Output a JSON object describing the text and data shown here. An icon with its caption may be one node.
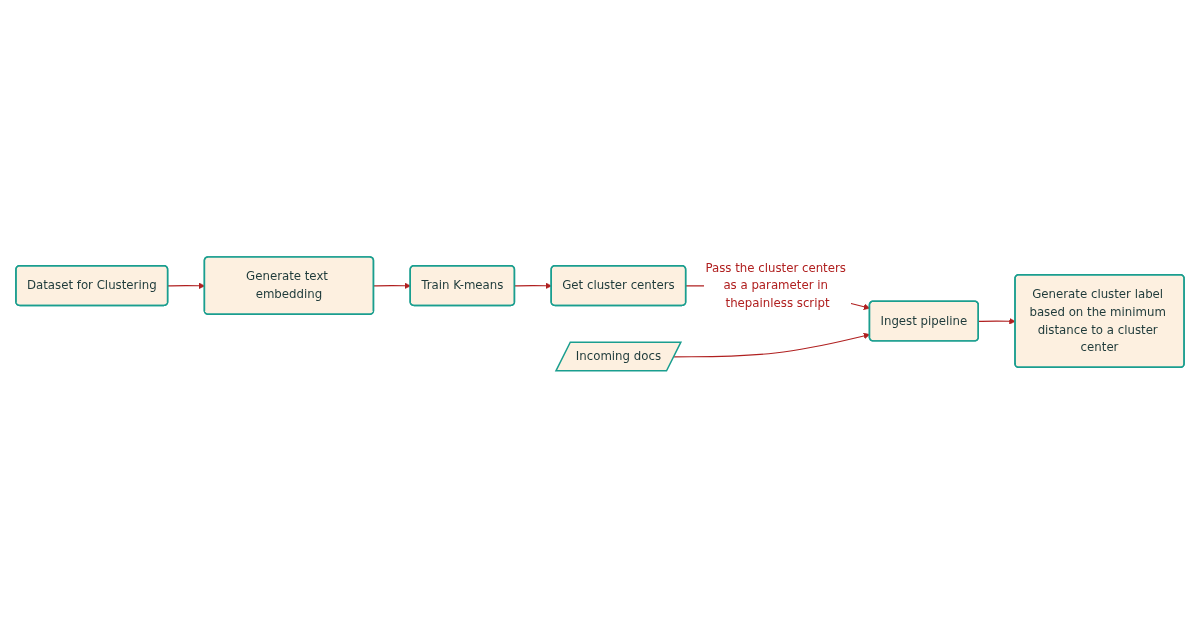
{
  "diagram": {
    "nodes": [
      {
        "text": [
          "Dataset for Clustering"
        ]
      },
      {
        "text": [
          "Generate text embedding"
        ]
      },
      {
        "text": [
          "Train K-means"
        ]
      },
      {
        "text": [
          "Get cluster centers"
        ]
      },
      {
        "text": [
          "Incoming docs"
        ]
      },
      {
        "text": [
          "Ingest pipeline"
        ]
      },
      {
        "text": [
          "Generate cluster label based on the minimum distance to a cluster center"
        ]
      }
    ],
    "edges": [
      {
        "from": 0,
        "to": 1,
        "arrow": "to"
      },
      {
        "from": 1,
        "to": 2,
        "arrow": "to"
      },
      {
        "from": 2,
        "to": 3,
        "arrow": "to"
      },
      {
        "from": 3,
        "to": 5,
        "arrow": "to",
        "label": "Pass the cluster centers as a parameter in thepainless script"
      },
      {
        "from": 4,
        "to": 5,
        "arrow": "to"
      },
      {
        "from": 5,
        "to": 6,
        "arrow": "to"
      }
    ]
  }
}
